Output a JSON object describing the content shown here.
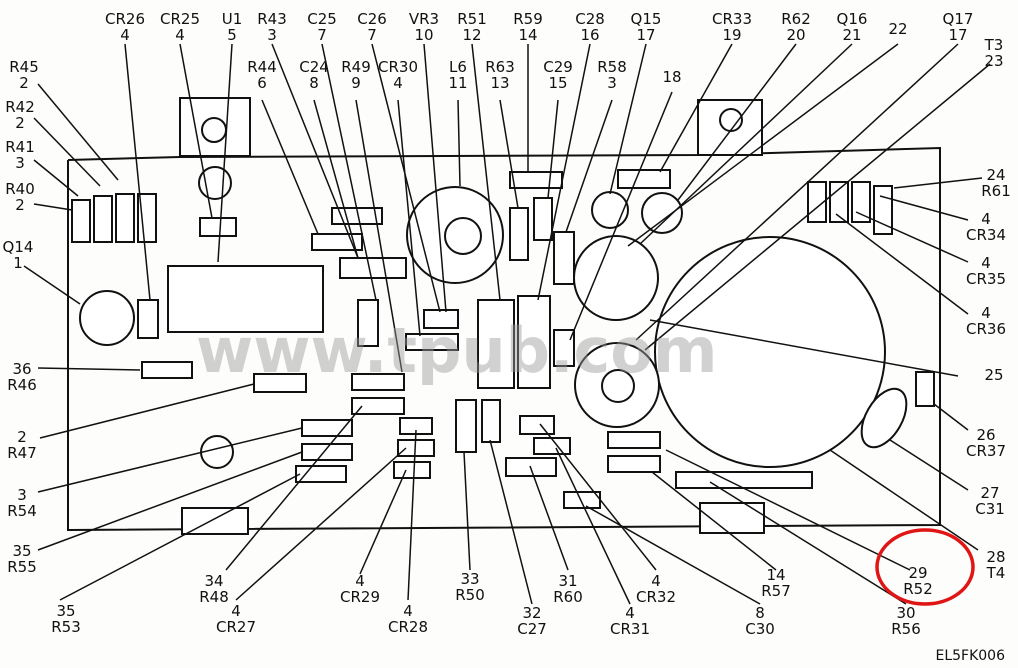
{
  "watermark": "www.tpub.com",
  "figure_id": "EL5FK006",
  "highlight_color": "#e01515",
  "labels": [
    {
      "id": "cr26",
      "lines": [
        "CR26",
        "4"
      ]
    },
    {
      "id": "cr25",
      "lines": [
        "CR25",
        "4"
      ]
    },
    {
      "id": "u1",
      "lines": [
        "U1",
        "5"
      ]
    },
    {
      "id": "r43",
      "lines": [
        "R43",
        "3"
      ]
    },
    {
      "id": "c25",
      "lines": [
        "C25",
        "7"
      ]
    },
    {
      "id": "c26",
      "lines": [
        "C26",
        "7"
      ]
    },
    {
      "id": "vr3",
      "lines": [
        "VR3",
        "10"
      ]
    },
    {
      "id": "r51",
      "lines": [
        "R51",
        "12"
      ]
    },
    {
      "id": "r59",
      "lines": [
        "R59",
        "14"
      ]
    },
    {
      "id": "c28",
      "lines": [
        "C28",
        "16"
      ]
    },
    {
      "id": "q15",
      "lines": [
        "Q15",
        "17"
      ]
    },
    {
      "id": "cr33",
      "lines": [
        "CR33",
        "19"
      ]
    },
    {
      "id": "r62",
      "lines": [
        "R62",
        "20"
      ]
    },
    {
      "id": "q16",
      "lines": [
        "Q16",
        "21"
      ]
    },
    {
      "id": "n22",
      "lines": [
        "22"
      ]
    },
    {
      "id": "q17",
      "lines": [
        "Q17",
        "17"
      ]
    },
    {
      "id": "t3",
      "lines": [
        "T3",
        "23"
      ]
    },
    {
      "id": "r44",
      "lines": [
        "R44",
        "6"
      ]
    },
    {
      "id": "c24",
      "lines": [
        "C24",
        "8"
      ]
    },
    {
      "id": "r49",
      "lines": [
        "R49",
        "9"
      ]
    },
    {
      "id": "cr30",
      "lines": [
        "CR30",
        "4"
      ]
    },
    {
      "id": "l6",
      "lines": [
        "L6",
        "11"
      ]
    },
    {
      "id": "r63",
      "lines": [
        "R63",
        "13"
      ]
    },
    {
      "id": "c29",
      "lines": [
        "C29",
        "15"
      ]
    },
    {
      "id": "r58",
      "lines": [
        "R58",
        "3"
      ]
    },
    {
      "id": "n18",
      "lines": [
        "18"
      ]
    },
    {
      "id": "r45",
      "lines": [
        "R45",
        "2"
      ]
    },
    {
      "id": "r42",
      "lines": [
        "R42",
        "2"
      ]
    },
    {
      "id": "r41",
      "lines": [
        "R41",
        "3"
      ]
    },
    {
      "id": "r40",
      "lines": [
        "R40",
        "2"
      ]
    },
    {
      "id": "q14",
      "lines": [
        "Q14",
        "1"
      ]
    },
    {
      "id": "r61",
      "lines": [
        "24",
        "R61"
      ]
    },
    {
      "id": "cr34",
      "lines": [
        "4",
        "CR34"
      ]
    },
    {
      "id": "cr35",
      "lines": [
        "4",
        "CR35"
      ]
    },
    {
      "id": "cr36",
      "lines": [
        "4",
        "CR36"
      ]
    },
    {
      "id": "r46",
      "lines": [
        "36",
        "R46"
      ]
    },
    {
      "id": "n25",
      "lines": [
        "25"
      ]
    },
    {
      "id": "r47",
      "lines": [
        "2",
        "R47"
      ]
    },
    {
      "id": "cr37",
      "lines": [
        "26",
        "CR37"
      ]
    },
    {
      "id": "r54",
      "lines": [
        "3",
        "R54"
      ]
    },
    {
      "id": "c31",
      "lines": [
        "27",
        "C31"
      ]
    },
    {
      "id": "r55",
      "lines": [
        "35",
        "R55"
      ]
    },
    {
      "id": "t4",
      "lines": [
        "28",
        "T4"
      ]
    },
    {
      "id": "r48",
      "lines": [
        "34",
        "R48"
      ]
    },
    {
      "id": "cr29",
      "lines": [
        "4",
        "CR29"
      ]
    },
    {
      "id": "r50",
      "lines": [
        "33",
        "R50"
      ]
    },
    {
      "id": "r60",
      "lines": [
        "31",
        "R60"
      ]
    },
    {
      "id": "cr32",
      "lines": [
        "4",
        "CR32"
      ]
    },
    {
      "id": "r57",
      "lines": [
        "14",
        "R57"
      ]
    },
    {
      "id": "r52",
      "lines": [
        "29",
        "R52"
      ]
    },
    {
      "id": "r53",
      "lines": [
        "35",
        "R53"
      ]
    },
    {
      "id": "cr27",
      "lines": [
        "4",
        "CR27"
      ]
    },
    {
      "id": "cr28",
      "lines": [
        "4",
        "CR28"
      ]
    },
    {
      "id": "c27",
      "lines": [
        "32",
        "C27"
      ]
    },
    {
      "id": "cr31",
      "lines": [
        "4",
        "CR31"
      ]
    },
    {
      "id": "c30",
      "lines": [
        "8",
        "C30"
      ]
    },
    {
      "id": "r56",
      "lines": [
        "30",
        "R56"
      ]
    }
  ]
}
